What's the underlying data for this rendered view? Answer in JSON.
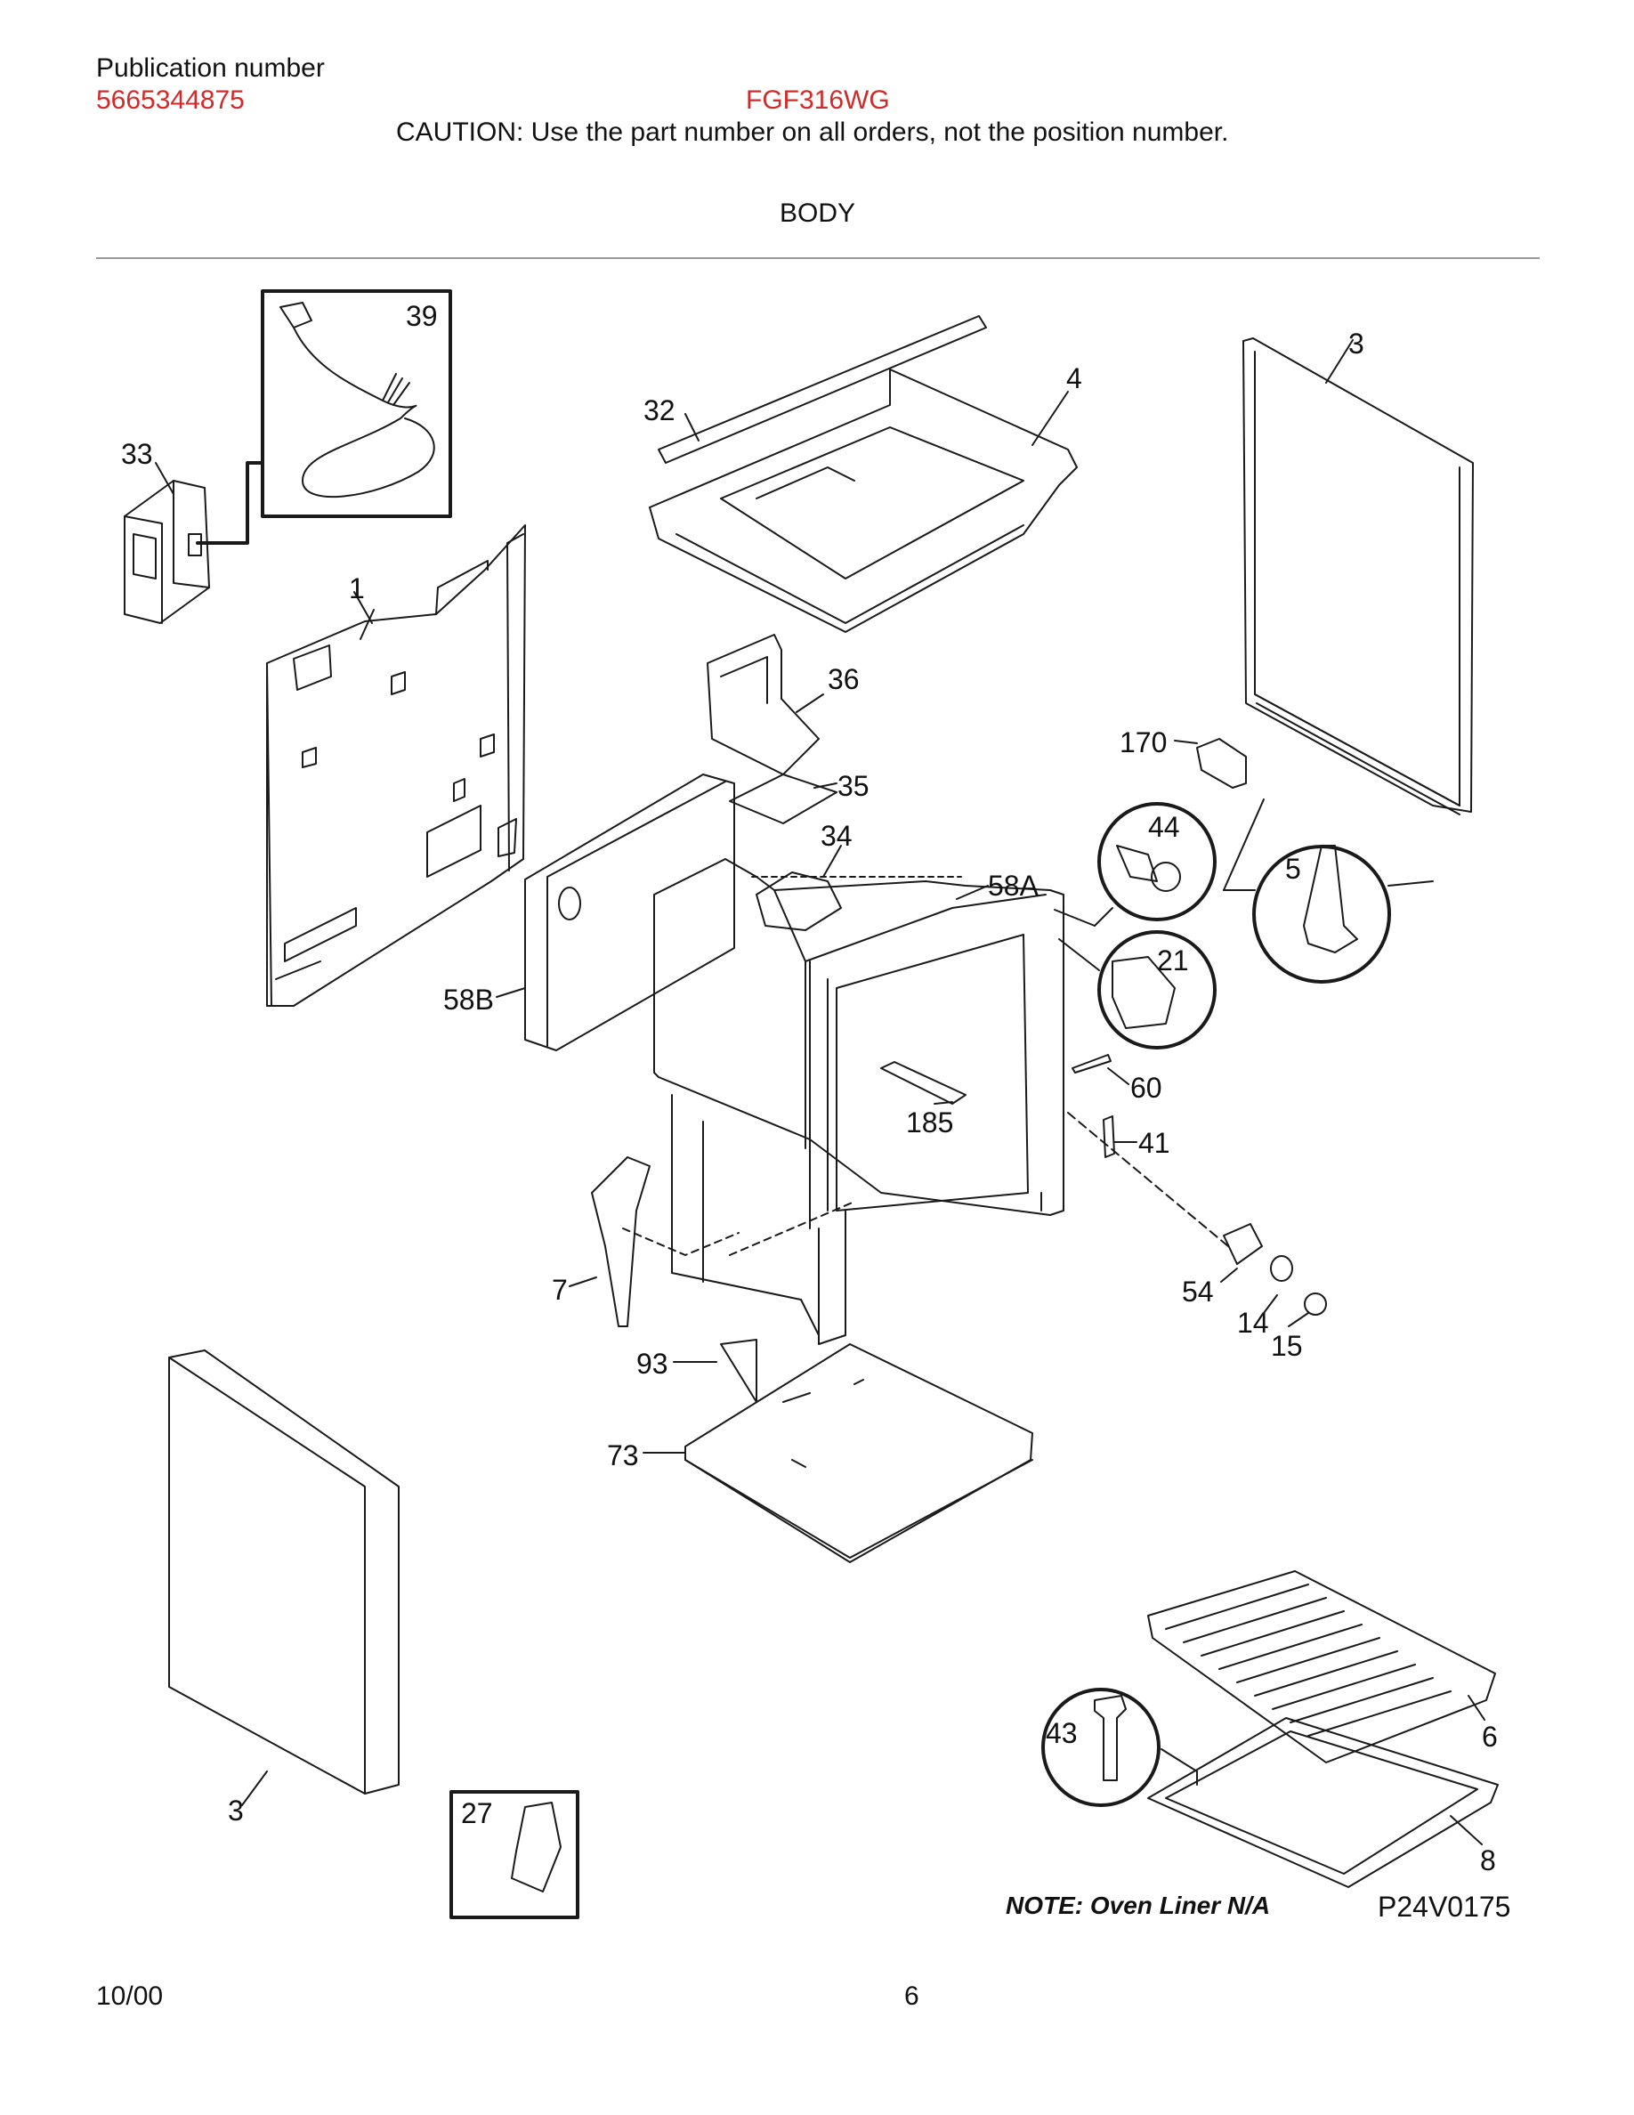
{
  "header": {
    "publication_label": "Publication number",
    "publication_number": "5665344875",
    "model": "FGF316WG",
    "caution": "CAUTION:  Use the part number on all orders, not the position number.",
    "section_title": "BODY"
  },
  "diagram": {
    "callouts": {
      "c1": "1",
      "c3a": "3",
      "c3b": "3",
      "c4": "4",
      "c5": "5",
      "c6": "6",
      "c7": "7",
      "c8": "8",
      "c14": "14",
      "c15": "15",
      "c21": "21",
      "c27": "27",
      "c32": "32",
      "c33": "33",
      "c34": "34",
      "c35": "35",
      "c36": "36",
      "c39": "39",
      "c41": "41",
      "c43": "43",
      "c44": "44",
      "c54": "54",
      "c58a": "58A",
      "c58b": "58B",
      "c60": "60",
      "c73": "73",
      "c93": "93",
      "c170": "170",
      "c185": "185"
    },
    "note": "NOTE: Oven Liner N/A",
    "diagram_code": "P24V0175"
  },
  "footer": {
    "date": "10/00",
    "page": "6"
  },
  "colors": {
    "highlight": "#d12a2a",
    "line": "#1a1a1a"
  }
}
